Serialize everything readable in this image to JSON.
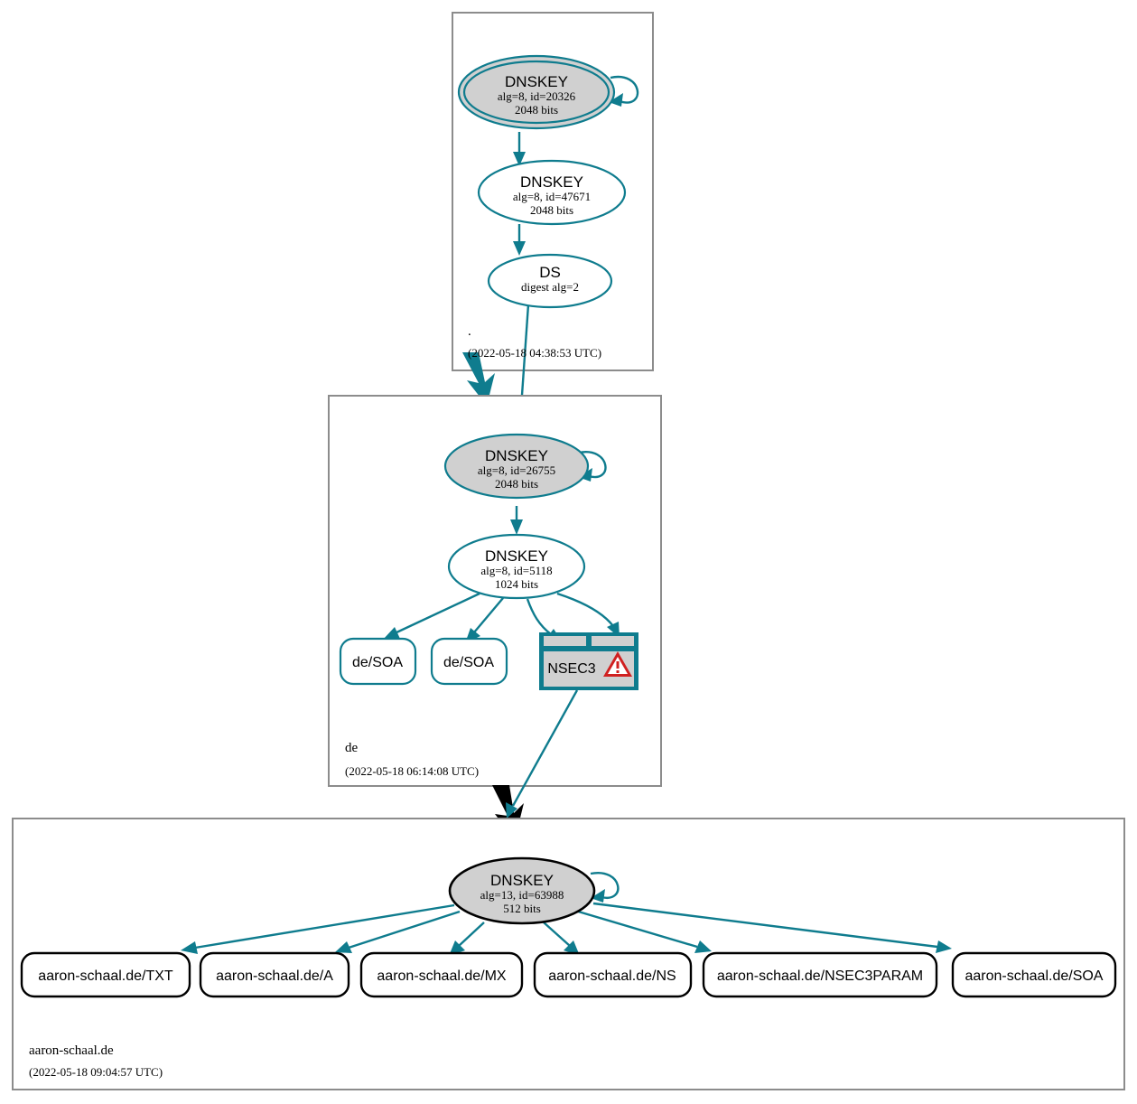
{
  "diagram": {
    "title": "DNSSEC authentication chain for aaron-schaal.de",
    "accent_teal": "#0f7c8e",
    "secure_fill": "#d0d0d0",
    "warning_red": "#d02020",
    "zone_border": "#8c8c8c"
  },
  "zones": [
    {
      "id": "root",
      "name": ".",
      "timestamp": "(2022-05-18 04:38:53 UTC)",
      "nodes": [
        {
          "id": "root-ksk",
          "kind": "dnskey-trust-anchor",
          "title": "DNSKEY",
          "params": "alg=8, id=20326",
          "size": "2048 bits"
        },
        {
          "id": "root-zsk",
          "kind": "dnskey",
          "title": "DNSKEY",
          "params": "alg=8, id=47671",
          "size": "2048 bits"
        },
        {
          "id": "root-ds-de",
          "kind": "ds",
          "title": "DS",
          "params": "digest alg=2",
          "size": ""
        }
      ]
    },
    {
      "id": "de",
      "name": "de",
      "timestamp": "(2022-05-18 06:14:08 UTC)",
      "nodes": [
        {
          "id": "de-ksk",
          "kind": "dnskey-sep",
          "title": "DNSKEY",
          "params": "alg=8, id=26755",
          "size": "2048 bits"
        },
        {
          "id": "de-zsk",
          "kind": "dnskey",
          "title": "DNSKEY",
          "params": "alg=8, id=5118",
          "size": "1024 bits"
        }
      ],
      "rrsets": [
        {
          "id": "de-soa-1",
          "label": "de/SOA"
        },
        {
          "id": "de-soa-2",
          "label": "de/SOA"
        }
      ],
      "nsec3": {
        "id": "de-nsec3",
        "label": "NSEC3",
        "has_warning": true,
        "warning_glyph": "!"
      }
    },
    {
      "id": "aaron-schaal-de",
      "name": "aaron-schaal.de",
      "timestamp": "(2022-05-18 09:04:57 UTC)",
      "nodes": [
        {
          "id": "leaf-ksk",
          "kind": "dnskey-sep",
          "title": "DNSKEY",
          "params": "alg=13, id=63988",
          "size": "512 bits"
        }
      ],
      "rrsets": [
        {
          "id": "rr-txt",
          "label": "aaron-schaal.de/TXT"
        },
        {
          "id": "rr-a",
          "label": "aaron-schaal.de/A"
        },
        {
          "id": "rr-mx",
          "label": "aaron-schaal.de/MX"
        },
        {
          "id": "rr-ns",
          "label": "aaron-schaal.de/NS"
        },
        {
          "id": "rr-nsec3param",
          "label": "aaron-schaal.de/NSEC3PARAM"
        },
        {
          "id": "rr-soa",
          "label": "aaron-schaal.de/SOA"
        }
      ]
    }
  ]
}
